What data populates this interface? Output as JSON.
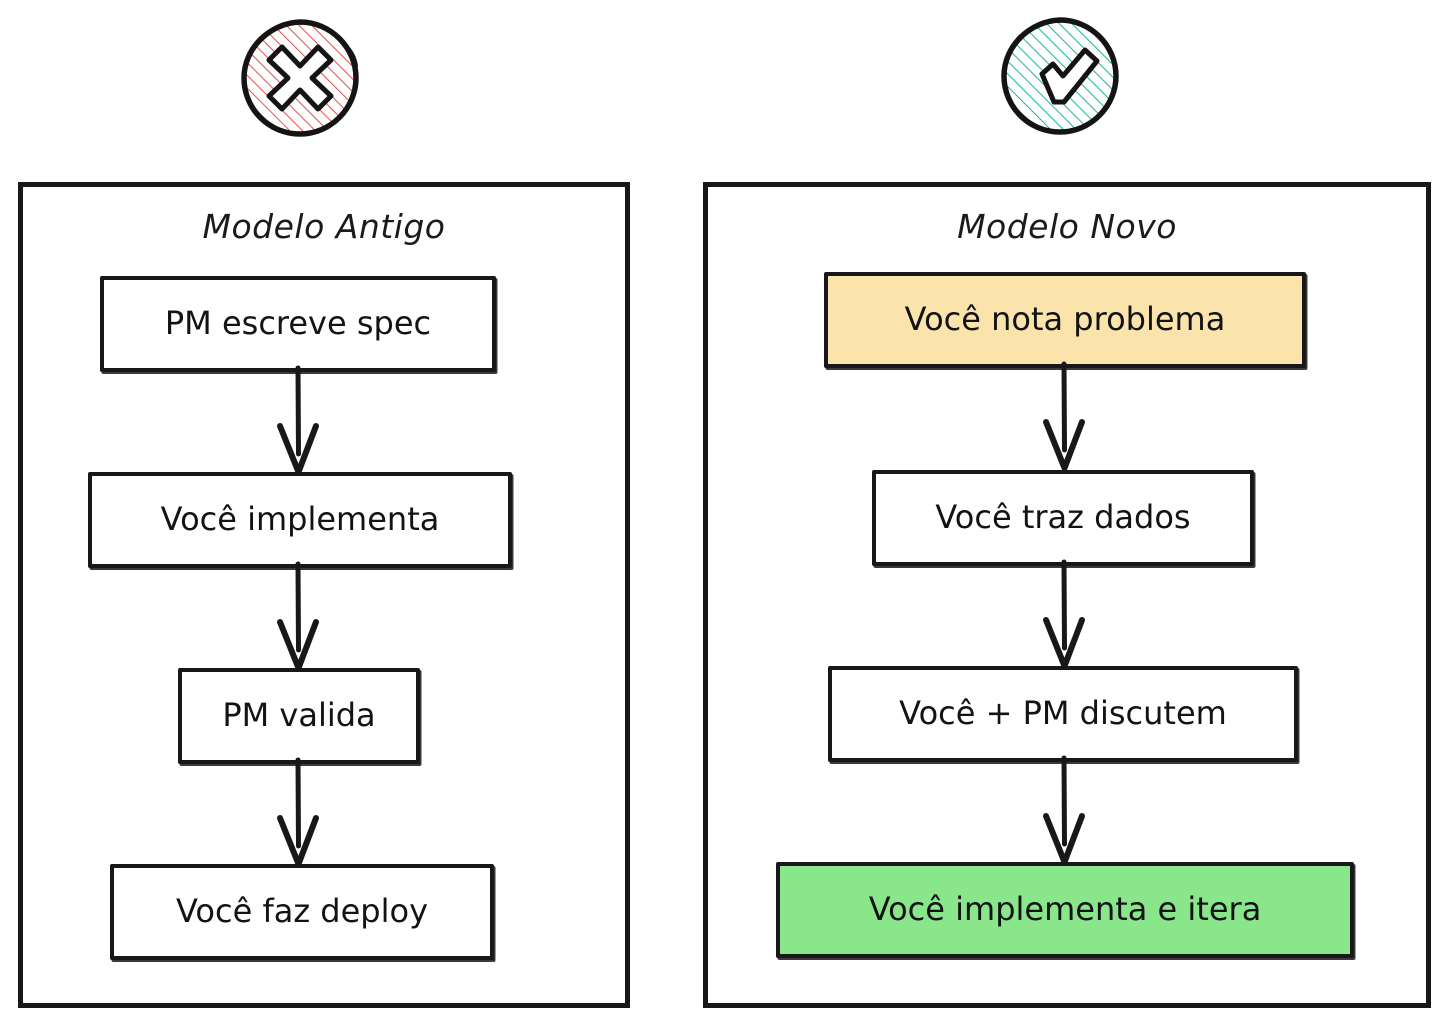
{
  "diagram": {
    "type": "flowchart-comparison",
    "icons": [
      {
        "name": "cross-circle-icon",
        "meaning": "bad",
        "hatch_color": "#e8554e",
        "outline_color": "#141414"
      },
      {
        "name": "check-circle-icon",
        "meaning": "good",
        "hatch_color": "#21ba99",
        "outline_color": "#141414"
      }
    ],
    "panels": [
      {
        "id": "old",
        "title": "Modelo Antigo",
        "verdict_icon": "cross-circle-icon",
        "nodes": [
          {
            "label": "PM escreve spec",
            "fill": "#ffffff"
          },
          {
            "label": "Você implementa",
            "fill": "#ffffff"
          },
          {
            "label": "PM valida",
            "fill": "#ffffff"
          },
          {
            "label": "Você faz deploy",
            "fill": "#ffffff"
          }
        ]
      },
      {
        "id": "new",
        "title": "Modelo Novo",
        "verdict_icon": "check-circle-icon",
        "nodes": [
          {
            "label": "Você nota problema",
            "fill": "#fbe3ac"
          },
          {
            "label": "Você traz dados",
            "fill": "#ffffff"
          },
          {
            "label": "Você + PM discutem",
            "fill": "#ffffff"
          },
          {
            "label": "Você implementa e itera",
            "fill": "#8ae68b"
          }
        ]
      }
    ],
    "colors": {
      "stroke": "#18181b",
      "highlight_start": "#fbe3ac",
      "highlight_end": "#8ae68b",
      "bad": "#e8554e",
      "good": "#21ba99",
      "background": "#ffffff"
    }
  }
}
